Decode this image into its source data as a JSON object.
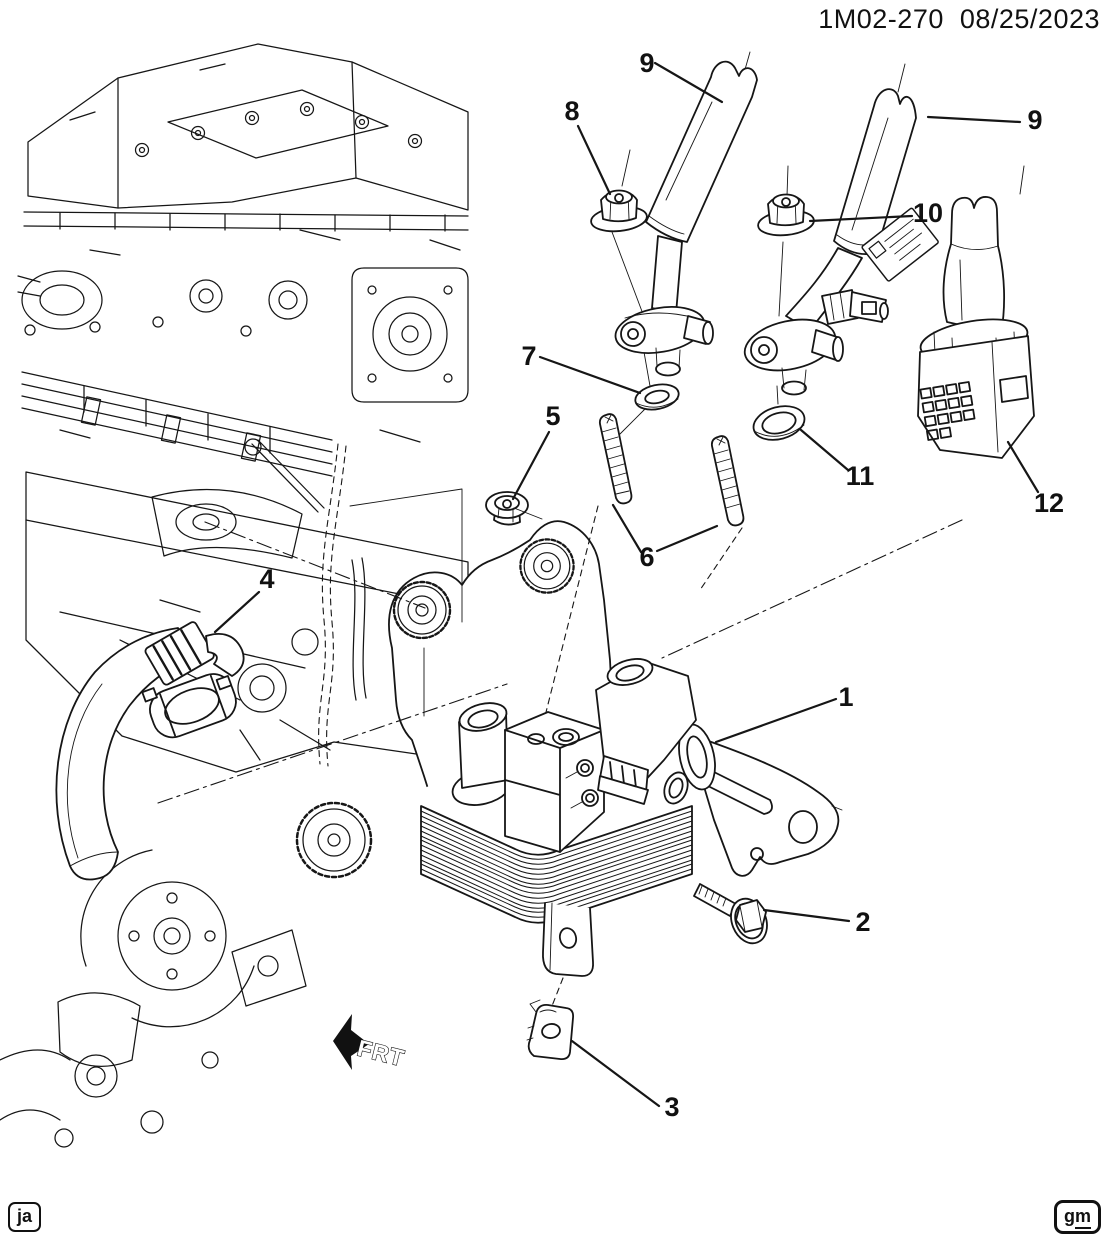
{
  "document": {
    "figure_number": "1M02-270",
    "date": "08/25/2023"
  },
  "corner_tags": {
    "bottom_left": "ja",
    "bottom_right": "gm"
  },
  "direction_indicator": {
    "label": "FRT"
  },
  "callouts": [
    {
      "label": "1"
    },
    {
      "label": "2"
    },
    {
      "label": "3"
    },
    {
      "label": "4"
    },
    {
      "label": "5"
    },
    {
      "label": "6"
    },
    {
      "label": "7"
    },
    {
      "label": "8"
    },
    {
      "label": "9"
    },
    {
      "label": "9"
    },
    {
      "label": "10"
    },
    {
      "label": "11"
    },
    {
      "label": "12"
    }
  ]
}
